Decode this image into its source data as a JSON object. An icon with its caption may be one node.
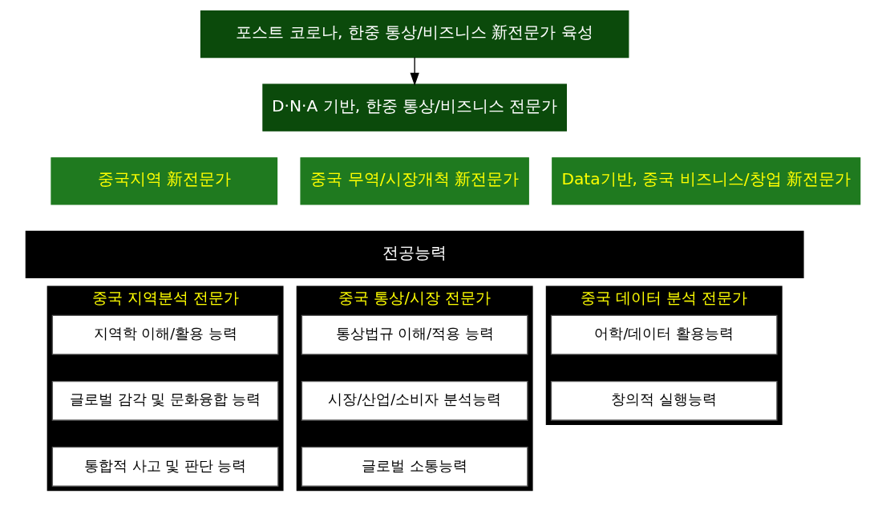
{
  "diagram": {
    "nodes": [
      {
        "text": [
          "포스트 코로나, 한중 통상/비즈니스 新전문가 육성"
        ]
      },
      {
        "text": [
          "D·N·A 기반, 한중 통상/비즈니스 전문가"
        ]
      },
      {
        "text": [
          "중국지역 新전문가"
        ]
      },
      {
        "text": [
          "중국 무역/시장개척 新전문가"
        ]
      },
      {
        "text": [
          "Data기반, 중국 비즈니스/창업 新전문가"
        ]
      },
      {
        "text": [
          "전공능력"
        ]
      },
      {
        "text": [
          "중국 지역분석 전문가"
        ]
      },
      {
        "text": [
          "지역학 이해/활용 능력"
        ],
        "in": 6
      },
      {
        "text": [
          "글로벌 감각 및 문화융합 능력"
        ],
        "in": 6
      },
      {
        "text": [
          "통합적 사고 및 판단 능력"
        ],
        "in": 6
      },
      {
        "text": [
          "중국 통상/시장 전문가"
        ]
      },
      {
        "text": [
          "통상법규 이해/적용 능력"
        ],
        "in": 10
      },
      {
        "text": [
          "시장/산업/소비자 분석능력"
        ],
        "in": 10
      },
      {
        "text": [
          "글로벌 소통능력"
        ],
        "in": 10
      },
      {
        "text": [
          "중국 데이터 분석 전문가"
        ]
      },
      {
        "text": [
          "어학/데이터 활용능력"
        ],
        "in": 14
      },
      {
        "text": [
          "창의적 실행능력"
        ],
        "in": 14
      }
    ],
    "edges": [
      {
        "from": 0,
        "to": 1,
        "arrow": "to"
      }
    ]
  }
}
